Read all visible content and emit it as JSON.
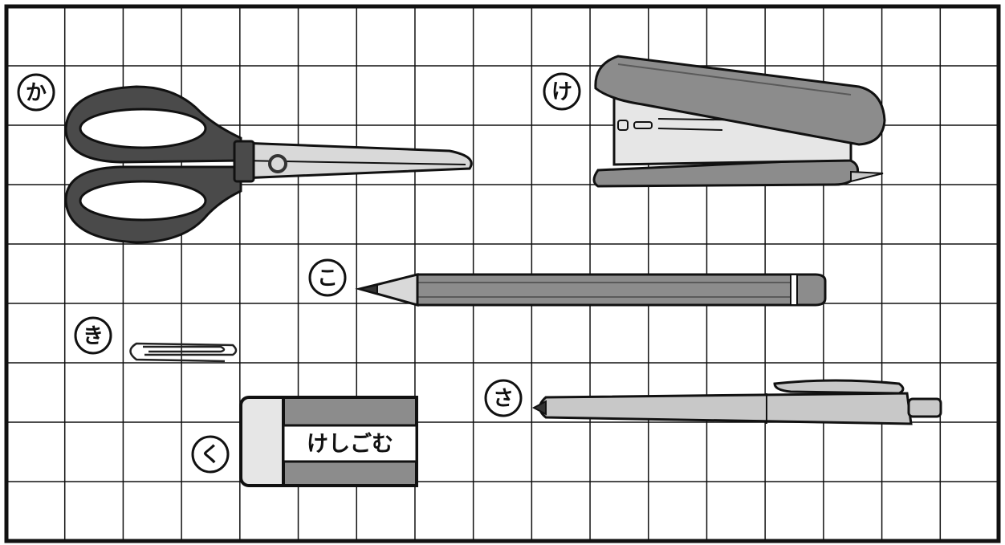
{
  "title": "",
  "items": [
    {
      "id": "scissors",
      "label": "か"
    },
    {
      "id": "stapler",
      "label": "け"
    },
    {
      "id": "pencil",
      "label": "こ"
    },
    {
      "id": "paperclip",
      "label": "き"
    },
    {
      "id": "eraser",
      "label": "く",
      "text": "けしごむ"
    },
    {
      "id": "pen",
      "label": "さ"
    }
  ],
  "grid": {
    "cols": 17,
    "rows": 9,
    "line_color": "#111111"
  },
  "colors": {
    "dark": "#4a4a4a",
    "mid": "#8c8c8c",
    "light": "#c8c8c8",
    "pale": "#e6e6e6"
  }
}
